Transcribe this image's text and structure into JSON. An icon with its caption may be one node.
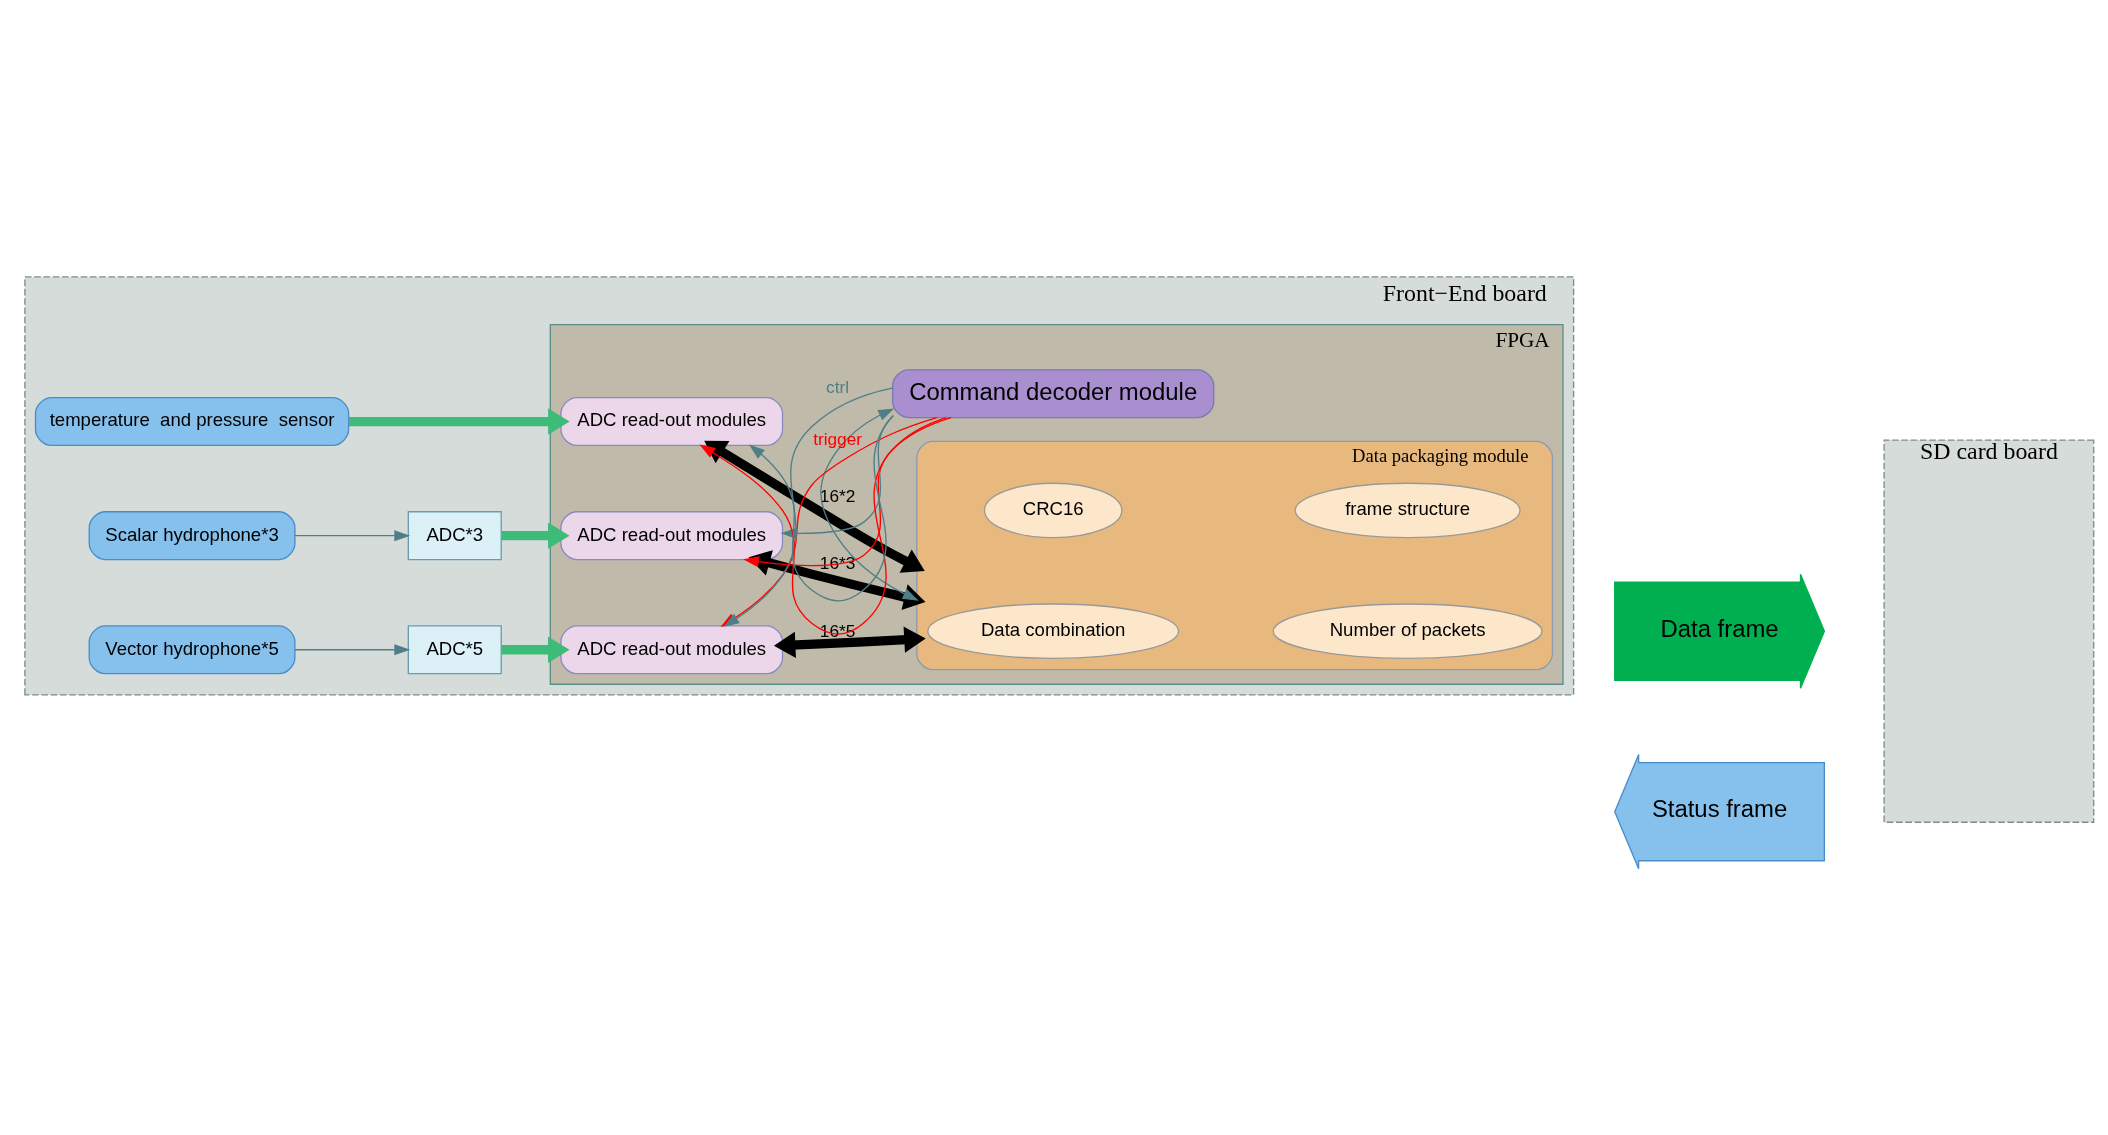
{
  "diagram": {
    "nodes": [
      {
        "text": [
          "Front−End board"
        ]
      },
      {
        "text": [
          "SD card board"
        ]
      },
      {
        "text": [
          "FPGA"
        ],
        "in": 0
      },
      {
        "text": [
          "Vector hydrophone*5"
        ],
        "in": 0
      },
      {
        "text": [
          "ADC*5"
        ],
        "in": 0
      },
      {
        "text": [
          "Scalar hydrophone*3"
        ],
        "in": 0
      },
      {
        "text": [
          "ADC*3"
        ],
        "in": 0
      },
      {
        "text": [
          "temperature  and pressure  sensor"
        ],
        "in": 0
      },
      {
        "text": [
          "ADC read-out modules"
        ],
        "in": 2
      },
      {
        "text": [
          "ADC read-out modules"
        ],
        "in": 2
      },
      {
        "text": [
          "ADC read-out modules"
        ],
        "in": 2
      },
      {
        "text": [
          "Data packaging module"
        ],
        "in": 2
      },
      {
        "text": [
          "Data combination"
        ],
        "in": 11
      },
      {
        "text": [
          "Number of packets"
        ],
        "in": 11
      },
      {
        "text": [
          "CRC16"
        ],
        "in": 11
      },
      {
        "text": [
          "frame structure"
        ],
        "in": 11
      },
      {
        "text": [
          "Command decoder module"
        ],
        "in": 2
      },
      {
        "text": [
          "Data frame"
        ]
      },
      {
        "text": [
          "Status frame"
        ]
      }
    ],
    "edges": [
      {
        "from": 3,
        "to": 4,
        "arrow": "to",
        "color": "#4f7f86"
      },
      {
        "from": 4,
        "to": 8,
        "arrow": "to",
        "style": "thick",
        "color": "#3dbb78"
      },
      {
        "from": 5,
        "to": 6,
        "arrow": "to",
        "color": "#4f7f86"
      },
      {
        "from": 6,
        "to": 9,
        "arrow": "to",
        "style": "thick",
        "color": "#3dbb78"
      },
      {
        "from": 7,
        "to": 10,
        "arrow": "to",
        "style": "thick",
        "color": "#3dbb78"
      },
      {
        "from": 8,
        "to": 11,
        "arrow": "both",
        "style": "thick",
        "color": "#000000",
        "label": "16*5"
      },
      {
        "from": 9,
        "to": 11,
        "arrow": "both",
        "style": "thick",
        "color": "#000000",
        "label": "16*3"
      },
      {
        "from": 10,
        "to": 11,
        "arrow": "both",
        "style": "thick",
        "color": "#000000",
        "label": "16*2"
      },
      {
        "from": 11,
        "to": 16,
        "arrow": "both",
        "color": "#4f7f86"
      },
      {
        "from": 16,
        "to": 8,
        "arrow": "to",
        "color": "#ff0000",
        "label": "trigger"
      },
      {
        "from": 16,
        "to": 9,
        "arrow": "to",
        "color": "#ff0000"
      },
      {
        "from": 16,
        "to": 10,
        "arrow": "to",
        "color": "#ff0000"
      },
      {
        "from": 16,
        "to": 8,
        "arrow": "to",
        "color": "#4f7f86",
        "label": "ctrl"
      },
      {
        "from": 16,
        "to": 9,
        "arrow": "to",
        "color": "#4f7f86"
      },
      {
        "from": 16,
        "to": 10,
        "arrow": "to",
        "color": "#4f7f86"
      }
    ]
  }
}
